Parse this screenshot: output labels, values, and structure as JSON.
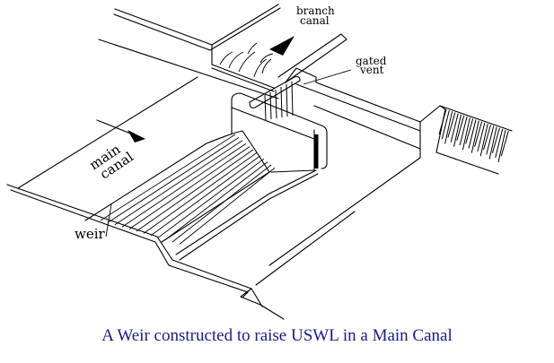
{
  "diagram": {
    "labels": {
      "branch_canal_line1": "branch",
      "branch_canal_line2": "canal",
      "gated_vent_line1": "gated",
      "gated_vent_line2": "vent",
      "main_canal_line1": "main",
      "main_canal_line2": "canal",
      "weir": "weir"
    },
    "icons": {
      "flow_arrow_main": "arrow-flow-icon",
      "flow_arrow_branch": "arrow-flow-icon"
    },
    "colors": {
      "line": "#000000",
      "caption": "#1a1a8c",
      "background": "#ffffff"
    }
  },
  "caption": "A Weir constructed to raise USWL in a Main Canal"
}
